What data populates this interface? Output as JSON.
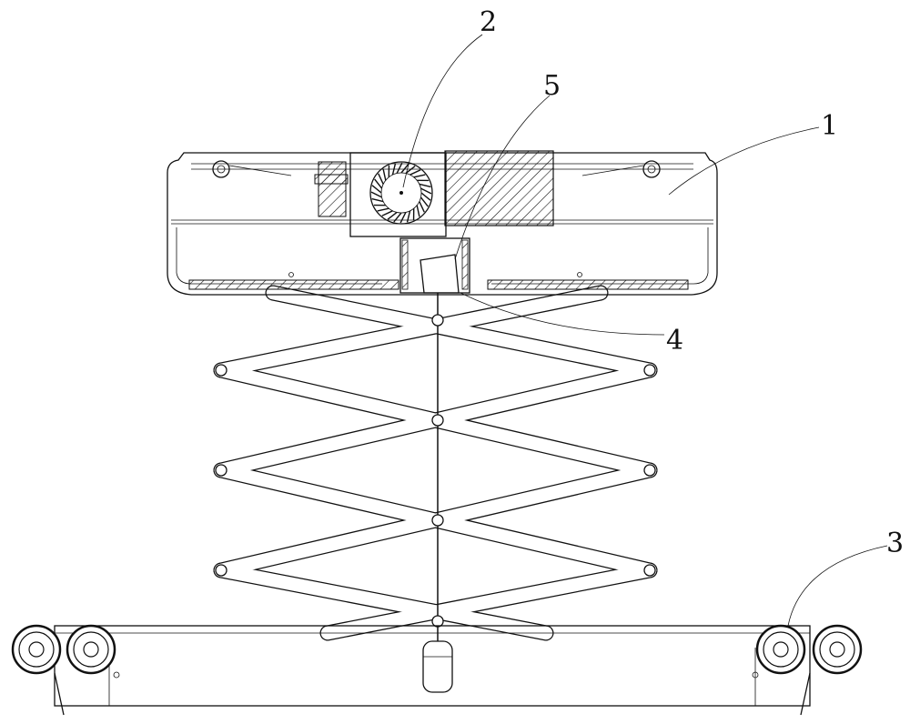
{
  "figure": {
    "labels": [
      {
        "id": "1",
        "text": "1"
      },
      {
        "id": "2",
        "text": "2"
      },
      {
        "id": "3",
        "text": "3"
      },
      {
        "id": "4",
        "text": "4"
      },
      {
        "id": "5",
        "text": "5"
      }
    ]
  },
  "colors": {
    "line": "#111111",
    "background": "#ffffff"
  }
}
